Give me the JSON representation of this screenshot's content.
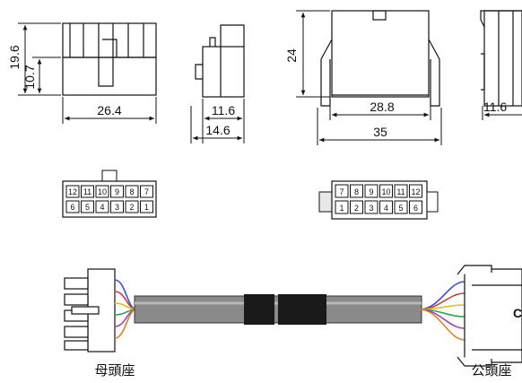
{
  "dimensions": {
    "female_height_total": "19.6",
    "female_height_body": "10.7",
    "female_width": "26.4",
    "female_side_depth_inner": "11.6",
    "female_side_depth_outer": "14.6",
    "male_height": "24",
    "male_width_inner": "28.8",
    "male_width_outer": "35",
    "male_side_depth": "11.6"
  },
  "female_pins": {
    "top_row": [
      "12",
      "11",
      "10",
      "9",
      "8",
      "7"
    ],
    "bottom_row": [
      "6",
      "5",
      "4",
      "3",
      "2",
      "1"
    ]
  },
  "male_pins": {
    "top_row": [
      "7",
      "8",
      "9",
      "10",
      "11",
      "12"
    ],
    "bottom_row": [
      "1",
      "2",
      "3",
      "4",
      "5",
      "6"
    ]
  },
  "labels": {
    "female_connector": "母頭座",
    "male_connector": "公頭座"
  },
  "wire_colors": [
    "#3a4fd0",
    "#c84040",
    "#e0c020",
    "#30a050",
    "#a040c0",
    "#e08020"
  ]
}
